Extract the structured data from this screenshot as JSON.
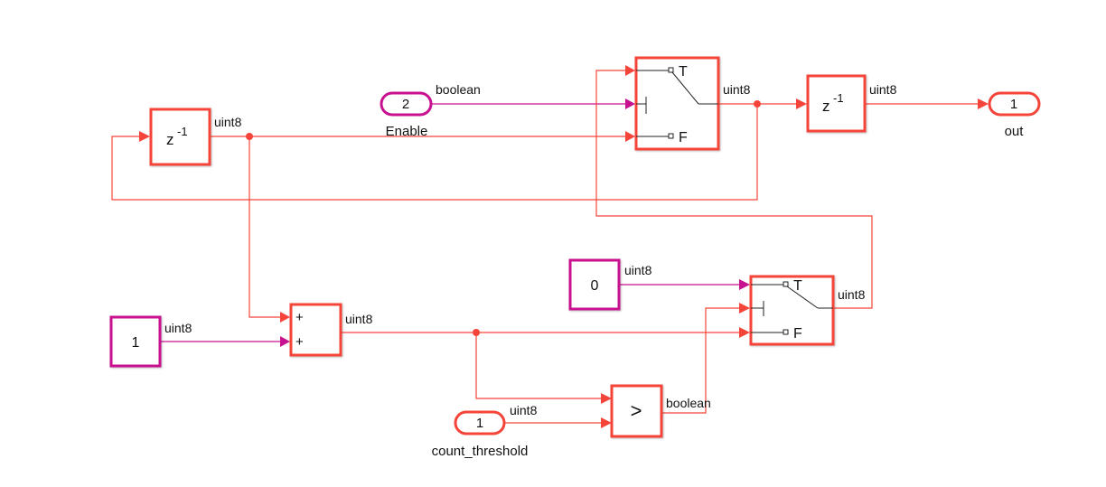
{
  "diagram": {
    "blocks": {
      "unit_delay_1": {
        "label": "z",
        "exponent": "-1",
        "out_type": "uint8"
      },
      "unit_delay_2": {
        "label": "z",
        "exponent": "-1",
        "out_type": "uint8"
      },
      "inport_enable": {
        "number": "2",
        "name": "Enable",
        "out_type": "boolean"
      },
      "outport_out": {
        "number": "1",
        "name": "out"
      },
      "switch_top": {
        "port_true": "T",
        "port_false": "F",
        "out_type": "uint8"
      },
      "switch_bottom": {
        "port_true": "T",
        "port_false": "F",
        "out_type": "uint8"
      },
      "constant_zero": {
        "value": "0",
        "out_type": "uint8"
      },
      "constant_one": {
        "value": "1",
        "out_type": "uint8"
      },
      "sum": {
        "sign1": "+",
        "sign2": "+",
        "out_type": "uint8"
      },
      "relational": {
        "operator": ">",
        "out_type": "boolean"
      },
      "inport_threshold": {
        "number": "1",
        "name": "count_threshold",
        "out_type": "uint8"
      }
    },
    "colors": {
      "signal": "#f5453a",
      "constant": "#c8118f"
    }
  }
}
